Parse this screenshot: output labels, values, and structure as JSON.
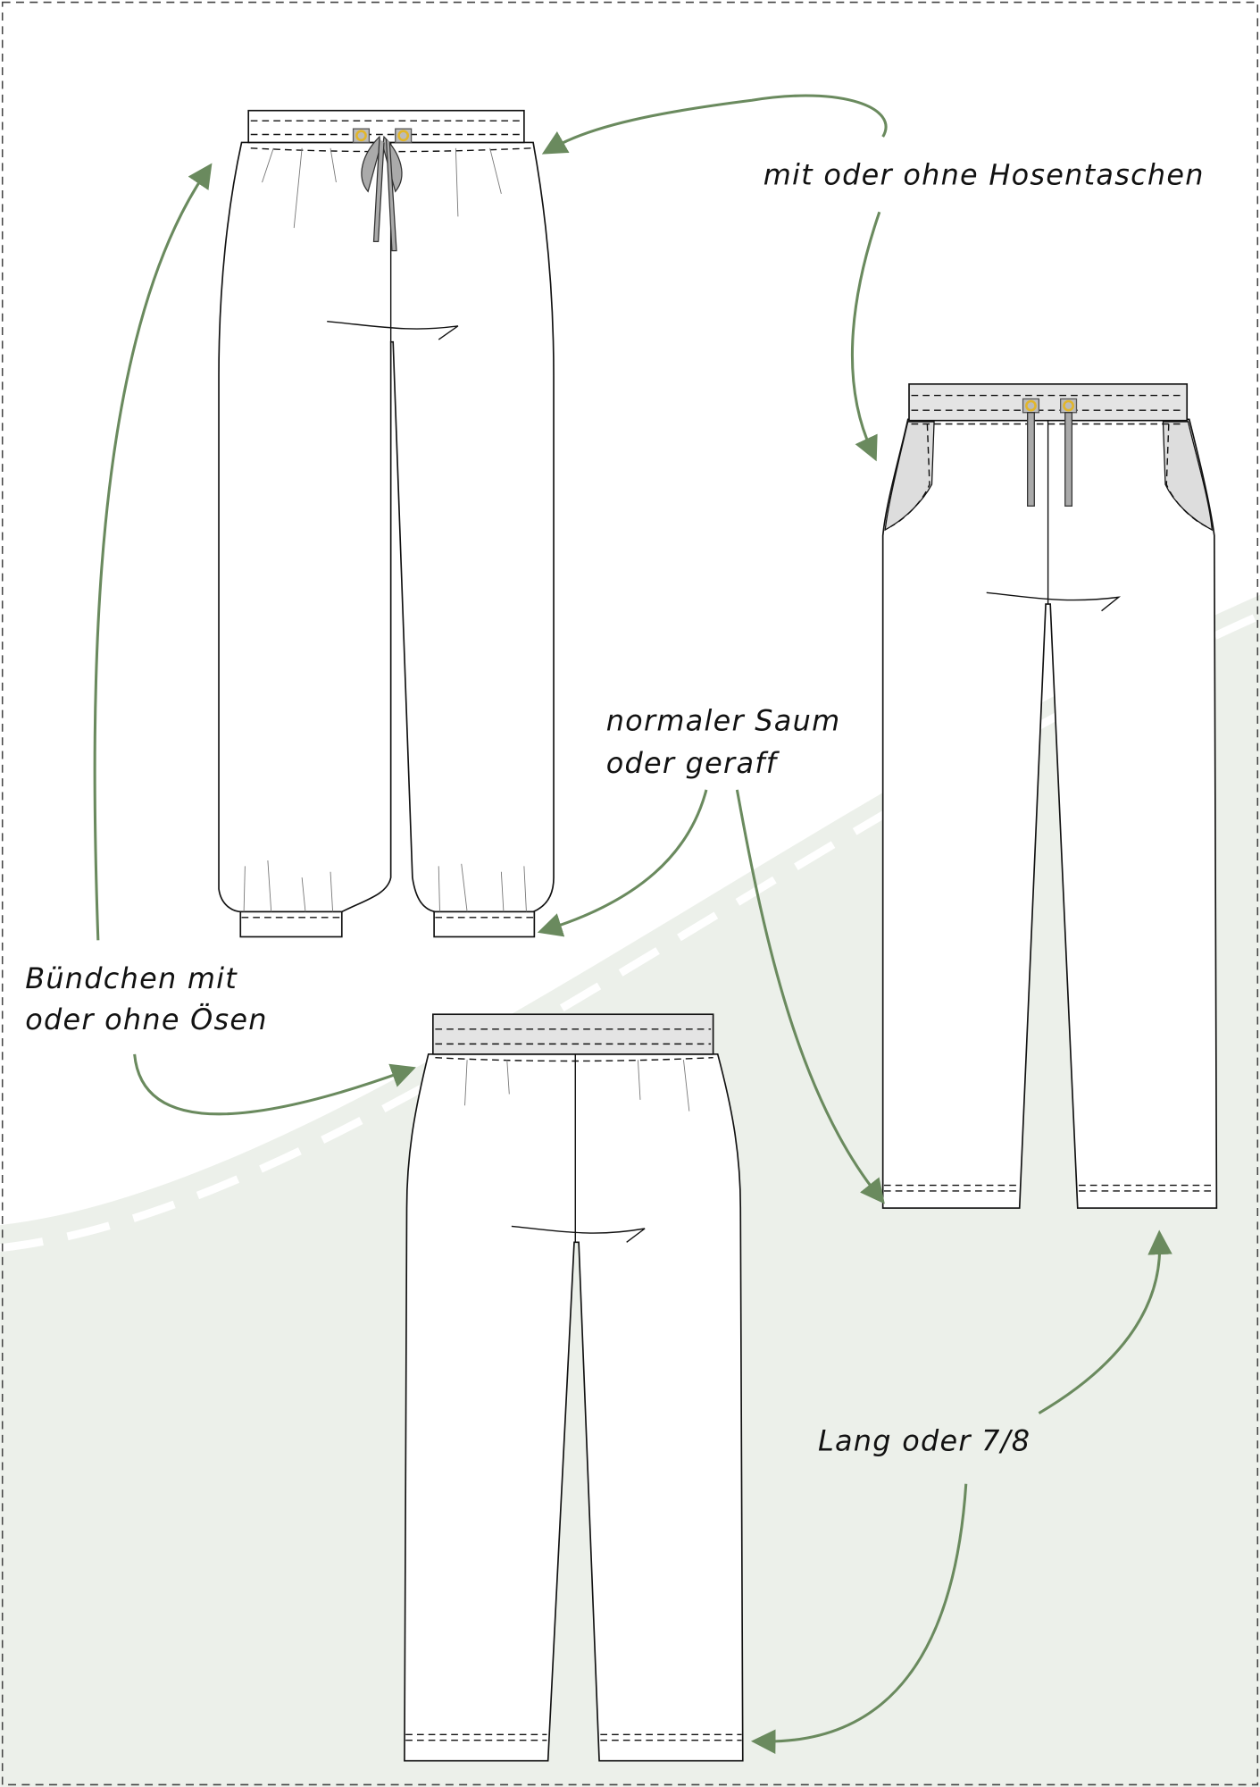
{
  "annotations": {
    "pockets": "mit oder ohne Hosentaschen",
    "hem_line1": "normaler Saum",
    "hem_line2": "oder geraff",
    "cuff_line1": "Bündchen mit",
    "cuff_line2": "oder ohne Ösen",
    "length": "Lang oder 7/8"
  },
  "colors": {
    "arrow": "#6a8a5e",
    "background_band": "#ecf0ea",
    "drawstring": "#a8a8a8",
    "eyelet": "#e2b62a"
  }
}
